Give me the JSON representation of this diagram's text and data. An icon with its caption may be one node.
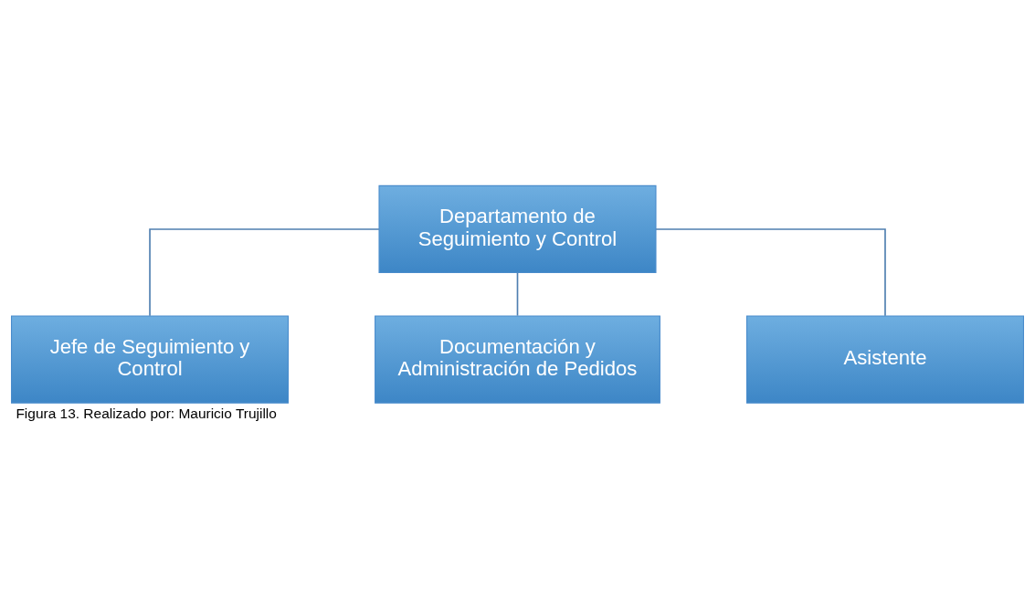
{
  "diagram": {
    "caption": "Figura 13. Realizado por: Mauricio Trujillo",
    "nodes": [
      {
        "text": [
          "Departamento de Seguimiento y Control"
        ]
      },
      {
        "text": [
          "Jefe de Seguimiento y Control"
        ]
      },
      {
        "text": [
          "Documentación y Administración de Pedidos"
        ]
      },
      {
        "text": [
          "Asistente"
        ]
      }
    ],
    "edges": [
      {
        "from": 0,
        "to": 1,
        "arrow": "none"
      },
      {
        "from": 0,
        "to": 2,
        "arrow": "none"
      },
      {
        "from": 0,
        "to": 3,
        "arrow": "none"
      }
    ]
  }
}
